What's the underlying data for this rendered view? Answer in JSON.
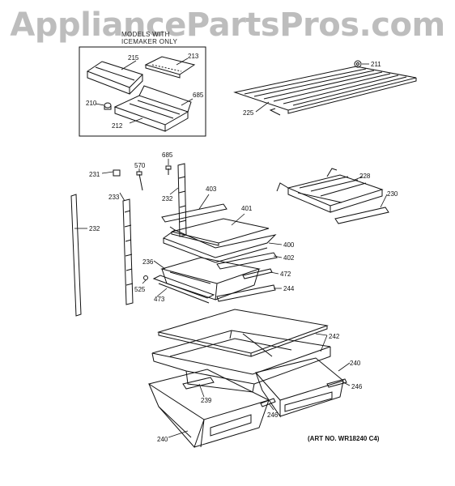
{
  "watermark": "AppliancePartsPros.com",
  "inset": {
    "note_line1": "MODELS WITH",
    "note_line2": "ICEMAKER ONLY"
  },
  "art_number": "(ART NO. WR18240 C4)",
  "callouts": [
    "215",
    "213",
    "211",
    "685",
    "210",
    "212",
    "225",
    "685",
    "570",
    "231",
    "233",
    "232",
    "403",
    "401",
    "228",
    "230",
    "232",
    "400",
    "402",
    "236",
    "472",
    "525",
    "244",
    "473",
    "242",
    "240",
    "239",
    "246",
    "246",
    "240"
  ]
}
